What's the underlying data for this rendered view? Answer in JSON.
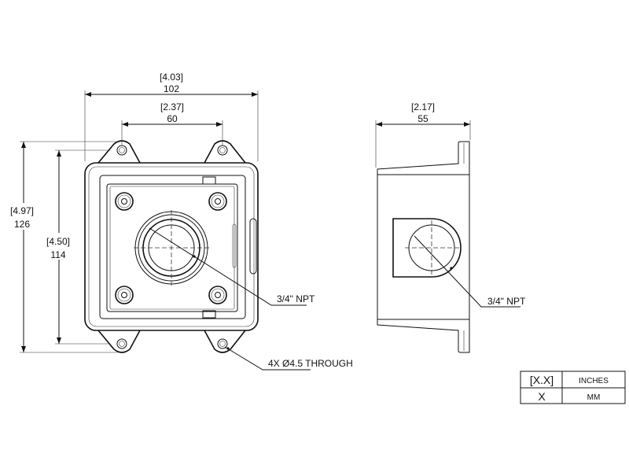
{
  "dimensions": {
    "overall_width": {
      "inches": "4.03",
      "mm": "102"
    },
    "hole_spacing_width": {
      "inches": "2.37",
      "mm": "60"
    },
    "overall_height": {
      "inches": "4.97",
      "mm": "126"
    },
    "hole_spacing_height": {
      "inches": "4.50",
      "mm": "114"
    },
    "depth": {
      "inches": "2.17",
      "mm": "55"
    }
  },
  "callouts": {
    "front_npt": "3/4\" NPT",
    "side_npt": "3/4\" NPT",
    "mounting_holes": "4X Ø4.5 THROUGH"
  },
  "legend": {
    "inch_format": "[X.X]",
    "inch_label": "INCHES",
    "mm_format": "X",
    "mm_label": "MM"
  }
}
